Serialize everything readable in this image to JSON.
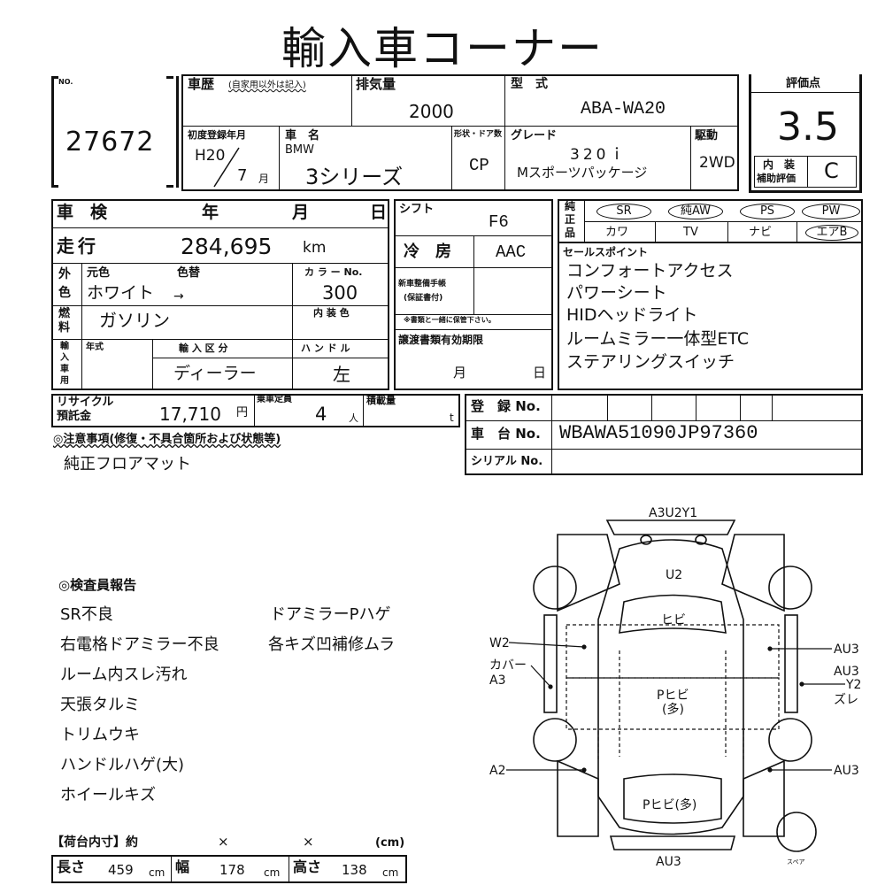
{
  "title": "輸入車コーナー",
  "lot": {
    "label": "NO.",
    "number": "27672"
  },
  "history": {
    "label": "車歴",
    "note": "(自家用以外は記入)",
    "displacement_label": "排気量",
    "displacement": "2000",
    "model_label": "型　式",
    "model": "ABA-WA20"
  },
  "registration": {
    "label": "初度登録年月",
    "era_year": "H20",
    "month": "7",
    "month_unit": "月"
  },
  "car": {
    "name_label": "車　名",
    "maker": "BMW",
    "name": "3シリーズ",
    "shape_label": "形状・ドア数",
    "shape": "CP",
    "grade_label": "グレード",
    "grade_line1": "320ｉ",
    "grade_line2": "Mスポーツパッケージ",
    "drive_label": "駆動",
    "drive": "2WD"
  },
  "score": {
    "label": "評価点",
    "value": "3.5",
    "interior_label_1": "内　装",
    "interior_label_2": "補助評価",
    "interior": "C"
  },
  "inspection": {
    "label": "車　検",
    "year": "年",
    "month": "月",
    "day": "日"
  },
  "mileage": {
    "label": "走行",
    "value": "284,695",
    "unit": "km"
  },
  "color": {
    "side_label_1": "外",
    "side_label_2": "色",
    "orig_label": "元色",
    "repaint_label": "色替",
    "orig": "ホワイト",
    "arrow": "→",
    "code_label": "カ ラ ー No.",
    "code": "300",
    "interior_label": "内 装 色"
  },
  "fuel": {
    "label_1": "燃",
    "label_2": "料",
    "value": "ガソリン"
  },
  "import": {
    "side_label_1": "輸",
    "side_label_2": "入",
    "side_label_3": "車",
    "side_label_4": "用",
    "year_label": "年式",
    "class_label": "輸 入 区 分",
    "class": "ディーラー",
    "handle_label": "ハ ン ド ル",
    "handle": "左"
  },
  "shift": {
    "label": "シフト",
    "value": "F6"
  },
  "ac": {
    "label": "冷　房",
    "value": "AAC"
  },
  "manual": {
    "label_1": "新車整備手帳",
    "label_2": "(保証書付)",
    "note": "※書類と一緒に保管下さい。"
  },
  "transfer": {
    "label": "譲渡書類有効期限",
    "month": "月",
    "day": "日"
  },
  "equipment": {
    "label_1": "純",
    "label_2": "正",
    "label_3": "品",
    "row1": [
      "SR",
      "純AW",
      "PS",
      "PW"
    ],
    "row2": [
      "カワ",
      "TV",
      "ナビ",
      "エアB"
    ]
  },
  "sales": {
    "label": "セールスポイント",
    "points": [
      "コンフォートアクセス",
      "パワーシート",
      "HIDヘッドライト",
      "ルームミラー一体型ETC",
      "ステアリングスイッチ"
    ]
  },
  "recycle": {
    "label_1": "リサイクル",
    "label_2": "預託金",
    "value": "17,710",
    "unit": "円",
    "capacity_label": "乗車定員",
    "capacity": "4",
    "capacity_unit": "人",
    "load_label": "積載量",
    "load_unit": "t"
  },
  "ids": {
    "reg_label": "登　録 No.",
    "chassis_label": "車　台 No.",
    "chassis": "WBAWA51090JP97360",
    "serial_label": "シリアル No."
  },
  "notes": {
    "label": "◎注意事項(修復・不具合箇所および状態等)",
    "text": "純正フロアマット"
  },
  "report": {
    "label": "◎検査員報告",
    "col1": [
      "SR不良",
      "右電格ドアミラー不良",
      "ルーム内スレ汚れ",
      "天張タルミ",
      "トリムウキ",
      "ハンドルハゲ(大)",
      "ホイールキズ"
    ],
    "col2": [
      "ドアミラーPハゲ",
      "各キズ凹補修ムラ"
    ]
  },
  "cargo": {
    "label": "【荷台内寸】約",
    "x1": "×",
    "x2": "×",
    "unit_header": "(cm)",
    "length_label": "長さ",
    "length": "459",
    "width_label": "幅",
    "width": "178",
    "height_label": "高さ",
    "height": "138",
    "unit": "cm"
  },
  "diagram": {
    "top": "A3U2Y1",
    "roof": "U2",
    "windshield": "ヒビ",
    "left_upper": "W2",
    "left_mid_1": "カバー",
    "left_mid_2": "A3",
    "left_lower": "A2",
    "right_upper": "AU3",
    "right_mid_1": "AU3",
    "right_mid_2": "Y2",
    "right_mid_3": "ズレ",
    "right_lower": "AU3",
    "center_1": "Pヒビ",
    "center_2": "(多)",
    "rear_glass": "Pヒビ(多)",
    "bottom": "AU3",
    "spare": "スペア"
  }
}
